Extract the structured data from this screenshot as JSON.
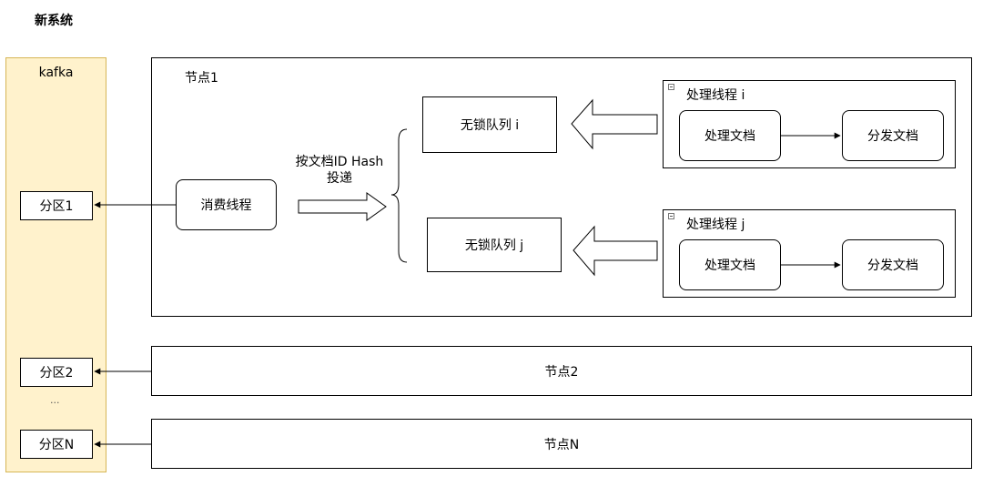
{
  "title": "新系统",
  "kafka": {
    "label": "kafka",
    "partitions": [
      "分区1",
      "分区2",
      "分区N"
    ],
    "ellipsis": "..."
  },
  "node1": {
    "label": "节点1",
    "consumer": "消费线程",
    "hash_line1": "按文档ID Hash",
    "hash_line2": "投递",
    "queue_i": "无锁队列 i",
    "queue_j": "无锁队列 j",
    "thread_i": {
      "title": "处理线程 i",
      "process": "处理文档",
      "dispatch": "分发文档"
    },
    "thread_j": {
      "title": "处理线程 j",
      "process": "处理文档",
      "dispatch": "分发文档"
    }
  },
  "node2": {
    "label": "节点2"
  },
  "nodeN": {
    "label": "节点N"
  }
}
